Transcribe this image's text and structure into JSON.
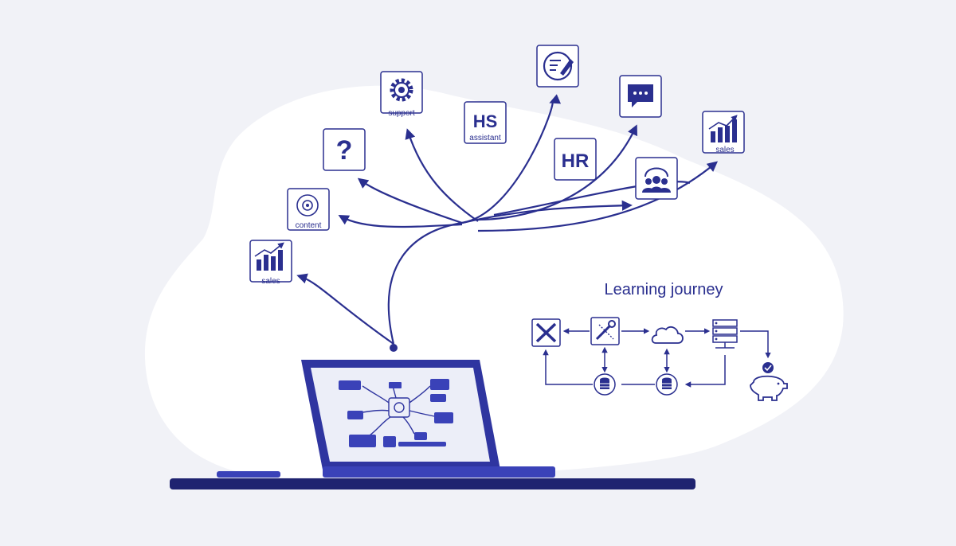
{
  "colors": {
    "background": "#f1f2f7",
    "blob": "#ffffff",
    "ink": "#2a2f8f",
    "laptop": "#2f35a0"
  },
  "icons": [
    {
      "name": "sales-chart-icon",
      "label": "sales"
    },
    {
      "name": "content-target-icon",
      "label": "content"
    },
    {
      "name": "question-icon",
      "label": ""
    },
    {
      "name": "support-gear-icon",
      "label": "support"
    },
    {
      "name": "hs-assistant-icon",
      "text": "HS",
      "label": "assistant"
    },
    {
      "name": "edit-document-icon",
      "label": ""
    },
    {
      "name": "hr-icon",
      "text": "HR",
      "label": ""
    },
    {
      "name": "chat-bubble-icon",
      "label": ""
    },
    {
      "name": "team-icon",
      "label": ""
    },
    {
      "name": "sales-growth-icon",
      "label": "sales"
    }
  ],
  "learning_journey": {
    "title": "Learning journey",
    "nodes": [
      "tools-icon",
      "wrench-icon",
      "cloud-icon",
      "server-icon",
      "database-icon",
      "database-icon",
      "piggy-bank-icon"
    ]
  }
}
